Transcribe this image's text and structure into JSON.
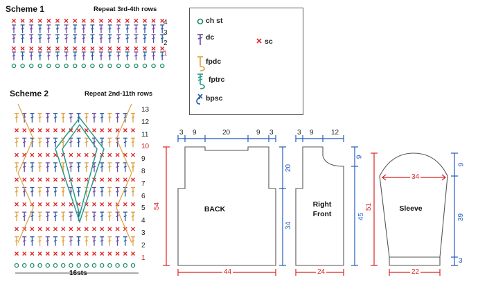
{
  "scheme1": {
    "title": "Scheme 1",
    "repeat_note": "Repeat 3rd-4th rows",
    "row_numbers": [
      "4",
      "3",
      "2",
      "1"
    ]
  },
  "scheme2": {
    "title": "Scheme 2",
    "repeat_note": "Repeat 2nd-11th rows",
    "row_numbers": [
      "13",
      "12",
      "11",
      "10",
      "9",
      "8",
      "7",
      "6",
      "5",
      "4",
      "3",
      "2",
      "1"
    ],
    "stitch_count": "16sts"
  },
  "legend": {
    "ch_st": "ch st",
    "dc": "dc",
    "sc": "sc",
    "fpdc": "fpdc",
    "fptrc": "fptrc",
    "bpsc": "bpsc"
  },
  "back": {
    "label": "BACK",
    "top_dims": [
      "3",
      "9",
      "20",
      "9",
      "3"
    ],
    "height": "54",
    "upper_height": "20",
    "lower_height": "34",
    "bottom_width": "44"
  },
  "front": {
    "label": "Right\nFront",
    "top_dims": [
      "3",
      "9",
      "12"
    ],
    "neck_depth": "9",
    "height": "45",
    "bottom_width": "24"
  },
  "sleeve": {
    "label": "Sleeve",
    "top_width": "34",
    "height": "51",
    "cap_height": "9",
    "body_height": "39",
    "cuff_height": "3",
    "bottom_width": "22"
  }
}
